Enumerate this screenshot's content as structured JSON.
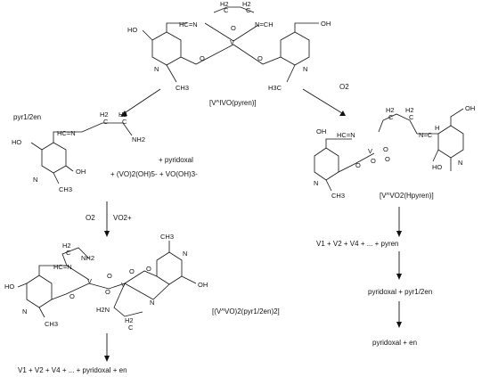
{
  "complexes": {
    "top": "[V^IVO(pyren)]",
    "right": "[V^VO2(Hpyren)]",
    "bottom_left": "[(V^VO)2(pyr1/2en)2]"
  },
  "ligand_label": "pyr1/2en",
  "reagents": {
    "oxygen": "O2",
    "vanadyl": "VO2+",
    "pyridoxal_line": "+ pyridoxal",
    "vanadate_line": "+ (VO)2(OH)5- + VO(OH)3-"
  },
  "products": {
    "right_1": "V1 + V2 + V4 + ...      + pyren",
    "right_2": "pyridoxal + pyr1/2en",
    "right_3": "pyridoxal  + en",
    "left_final": "V1 + V2 + V4 + ...      + pyridoxal  + en"
  },
  "atoms": {
    "top": [
      "HO",
      "H2",
      "C",
      "H2",
      "C",
      "HC=N",
      "N=CH",
      "OH",
      "V",
      "O",
      "O",
      "O",
      "N",
      "N",
      "CH3",
      "H3C"
    ],
    "right": [
      "OH",
      "H2",
      "C",
      "H2",
      "C",
      "HC=N",
      "N=C",
      "H",
      "OH",
      "V",
      "O",
      "O",
      "O",
      "O",
      "HO",
      "N",
      "N",
      "CH3"
    ],
    "ligand": [
      "HO",
      "H2",
      "C",
      "H2",
      "C",
      "HC=N",
      "NH2",
      "OH",
      "N",
      "CH3"
    ],
    "dimer": [
      "H2",
      "C",
      "NH2",
      "HC=N",
      "HO",
      "V",
      "V",
      "O",
      "O",
      "O",
      "O",
      "O",
      "N",
      "N",
      "CH3",
      "H2N",
      "H2",
      "C",
      "N",
      "CH3",
      "OH"
    ]
  }
}
